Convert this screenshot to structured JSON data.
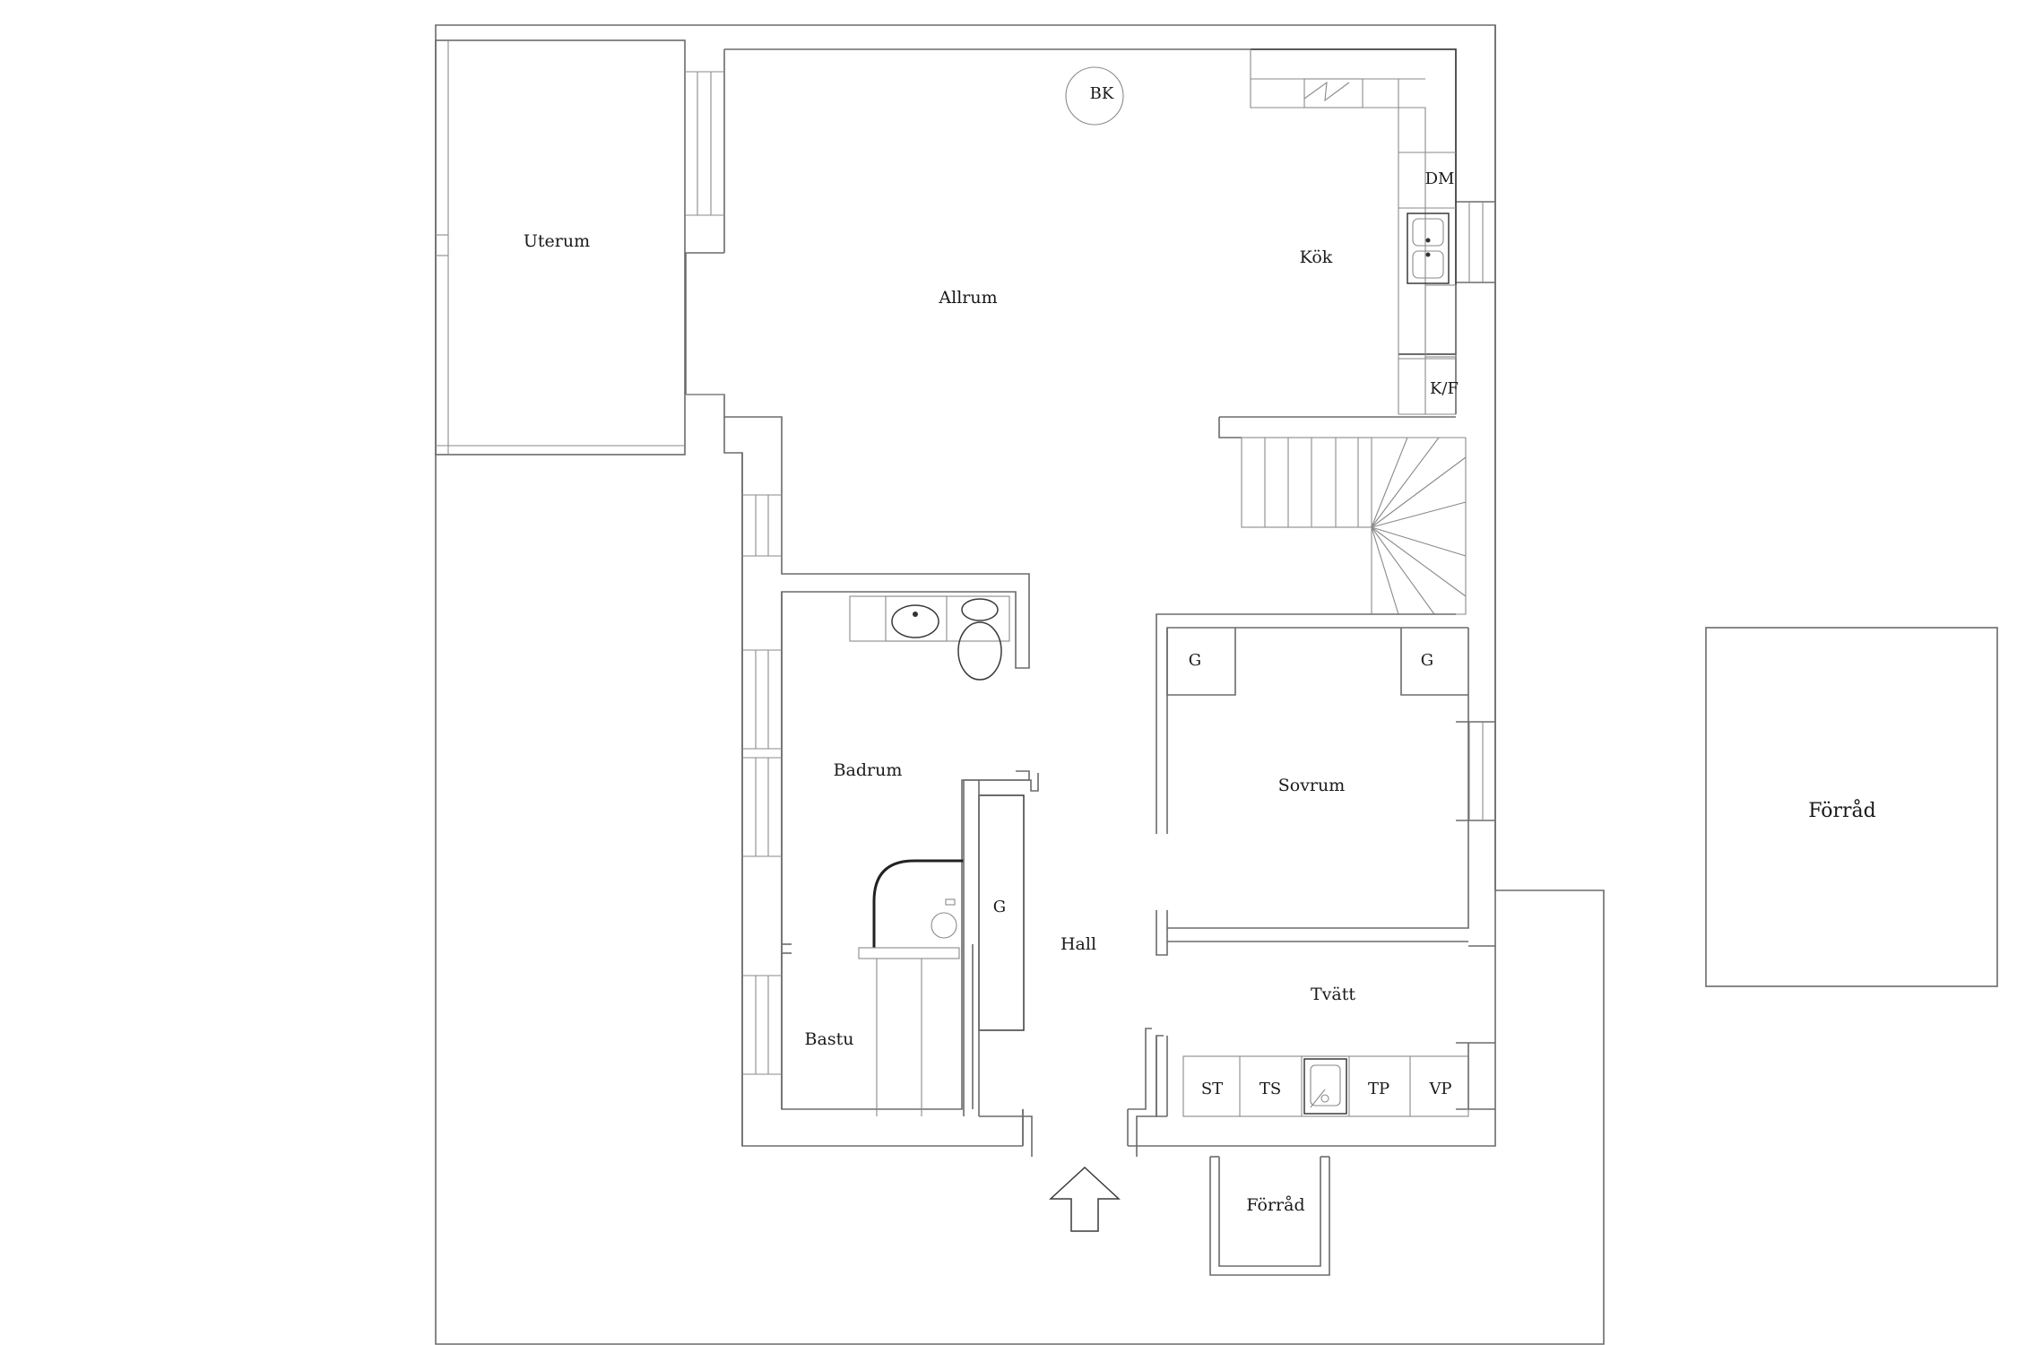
{
  "floor_plan": {
    "rooms": {
      "uterum": "Uterum",
      "allrum": "Allrum",
      "kok": "Kök",
      "badrum": "Badrum",
      "bastu": "Bastu",
      "hall": "Hall",
      "sovrum": "Sovrum",
      "tvatt": "Tvätt",
      "forrad_small": "Förråd",
      "forrad_outbuilding": "Förråd"
    },
    "fixtures": {
      "bk": "BK",
      "dm": "DM",
      "kf": "K/F",
      "g_hall": "G",
      "g_sovrum_left": "G",
      "g_sovrum_right": "G",
      "st": "ST",
      "ts": "TS",
      "tp": "TP",
      "vp": "VP"
    }
  }
}
